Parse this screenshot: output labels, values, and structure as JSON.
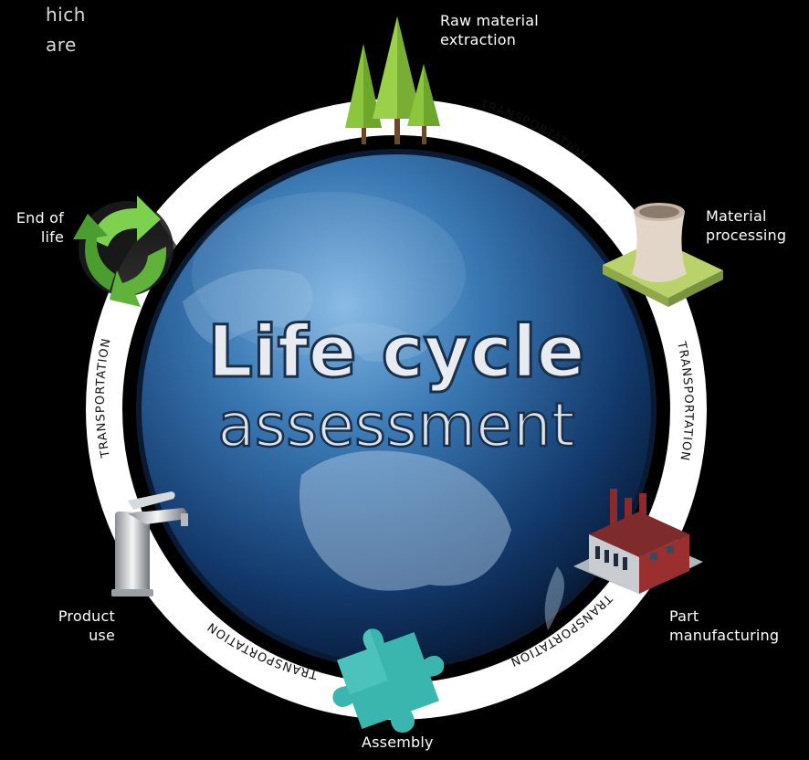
{
  "corner_text": {
    "line1": "hich",
    "line2": "are"
  },
  "title": {
    "line1": "Life cycle",
    "line2": "assessment"
  },
  "stages": {
    "raw_material": "Raw material\nextraction",
    "material_processing": "Material\nprocessing",
    "part_manufacturing": "Part\nmanufacturing",
    "assembly": "Assembly",
    "product_use": "Product\nuse",
    "end_of_life": "End of\nlife"
  },
  "transport_label": "TRANSPORTATION",
  "colors": {
    "background": "#000000",
    "ring": "#ffffff",
    "globe_deep": "#0b2c55",
    "globe_light": "#5f9dd0",
    "tree": "#8cc63f",
    "puzzle": "#3bb6ae",
    "recycle": "#6cc04a"
  },
  "icons": [
    "tree-icon",
    "cooling-tower-icon",
    "factory-icon",
    "puzzle-piece-icon",
    "faucet-icon",
    "recycle-icon"
  ]
}
